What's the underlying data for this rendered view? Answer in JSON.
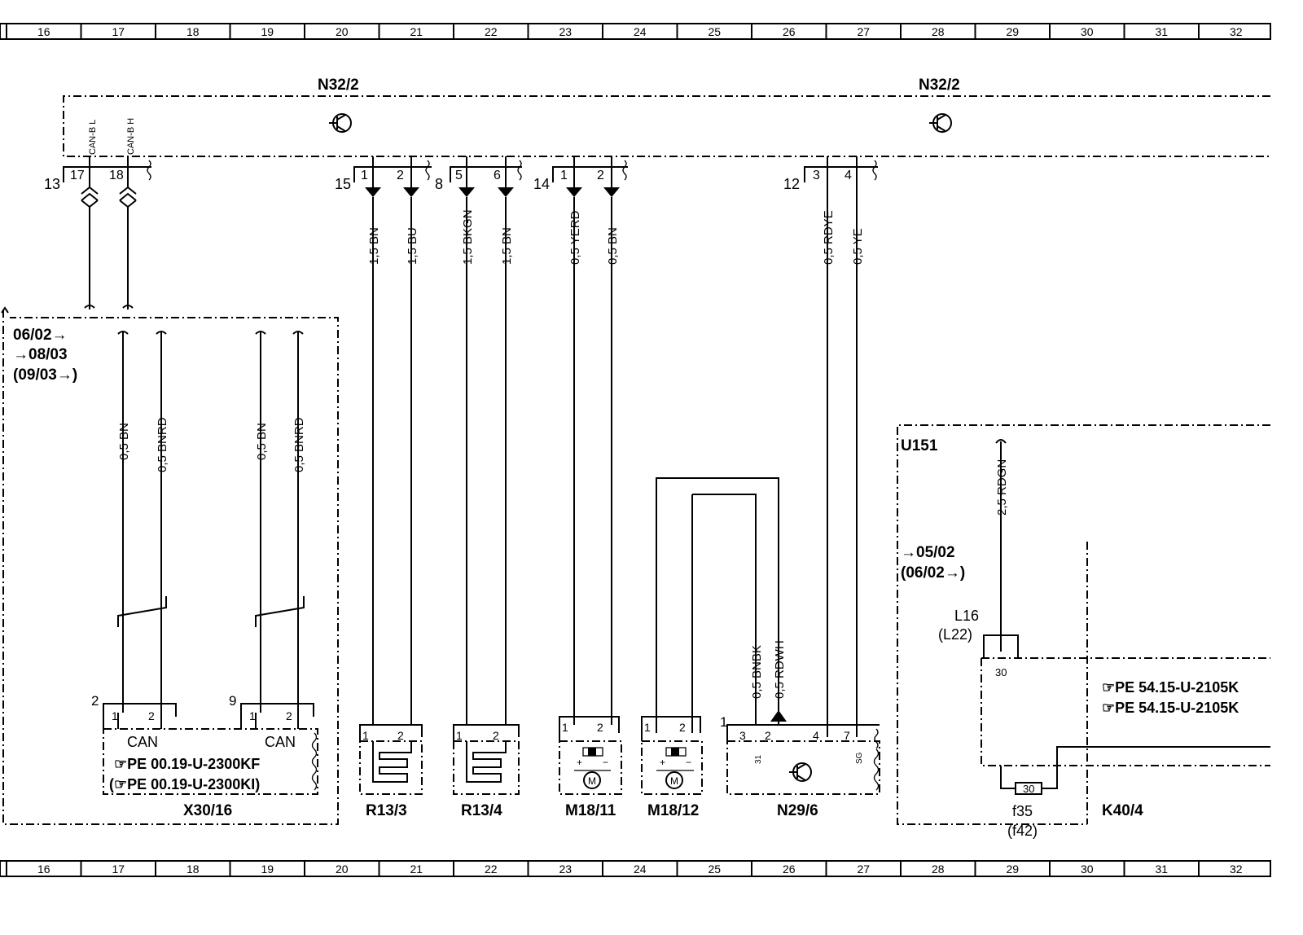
{
  "ruler": {
    "columns": [
      "16",
      "17",
      "18",
      "19",
      "20",
      "21",
      "22",
      "23",
      "24",
      "25",
      "26",
      "27",
      "28",
      "29",
      "30",
      "31",
      "32"
    ]
  },
  "control_unit": {
    "label_left": "N32/2",
    "label_right": "N32/2"
  },
  "pins": {
    "can_l": "CAN-B L",
    "can_h": "CAN-B H",
    "p17": "17",
    "p18": "18",
    "p13": "13",
    "p15": "15",
    "p1a": "1",
    "p2a": "2",
    "p8": "8",
    "p5": "5",
    "p6": "6",
    "p14": "14",
    "p1b": "1",
    "p2b": "2",
    "p12": "12",
    "p3": "3",
    "p4": "4"
  },
  "wires": {
    "w1": "1,5 BN",
    "w2": "1,5 BU",
    "w3": "1,5 BKGN",
    "w4": "1,5 BN",
    "w5": "0,5 YERD",
    "w6": "0,5 BN",
    "w7": "0,5 RDYE",
    "w8": "0,5 YE",
    "w9": "0,5 BN",
    "w10": "0,5 BNRD",
    "w11": "0,5 BN",
    "w12": "0,5 BNRD",
    "w13": "0,5 BNBK",
    "w14": "0,5 RDWH",
    "w15": "2,5 RDGN"
  },
  "box_left": {
    "date1": "06/02→",
    "date2": "→08/03",
    "date3": "(09/03→)",
    "conn1_num": "2",
    "conn2_num": "9",
    "pin1": "1",
    "pin2": "2",
    "pin3": "1",
    "pin4": "2",
    "can1": "CAN",
    "can2": "CAN",
    "ref1": "☞PE  00.19-U-2300KF",
    "ref2": "(☞PE  00.19-U-2300KI)",
    "name": "X30/16"
  },
  "components": {
    "r133": "R13/3",
    "r134": "R13/4",
    "m1811": "M18/11",
    "m1812": "M18/12",
    "n296": "N29/6",
    "pin1": "1",
    "pin2": "2",
    "n_pin3": "3",
    "n_pin2": "2",
    "n_pin4": "4",
    "n_pin7": "7",
    "n_num": "1",
    "n_31": "31",
    "n_sg": "SG",
    "motor": "M"
  },
  "box_right": {
    "name": "U151",
    "date1": "→05/02",
    "date2": "(06/02→)",
    "l16": "L16",
    "l22": "(L22)",
    "pin30": "30",
    "ref1": "☞PE  54.15-U-2105K",
    "ref2": "☞PE  54.15-U-2105K",
    "fuse": "30",
    "f35": "f35",
    "f42": "(f42)",
    "k404": "K40/4"
  }
}
